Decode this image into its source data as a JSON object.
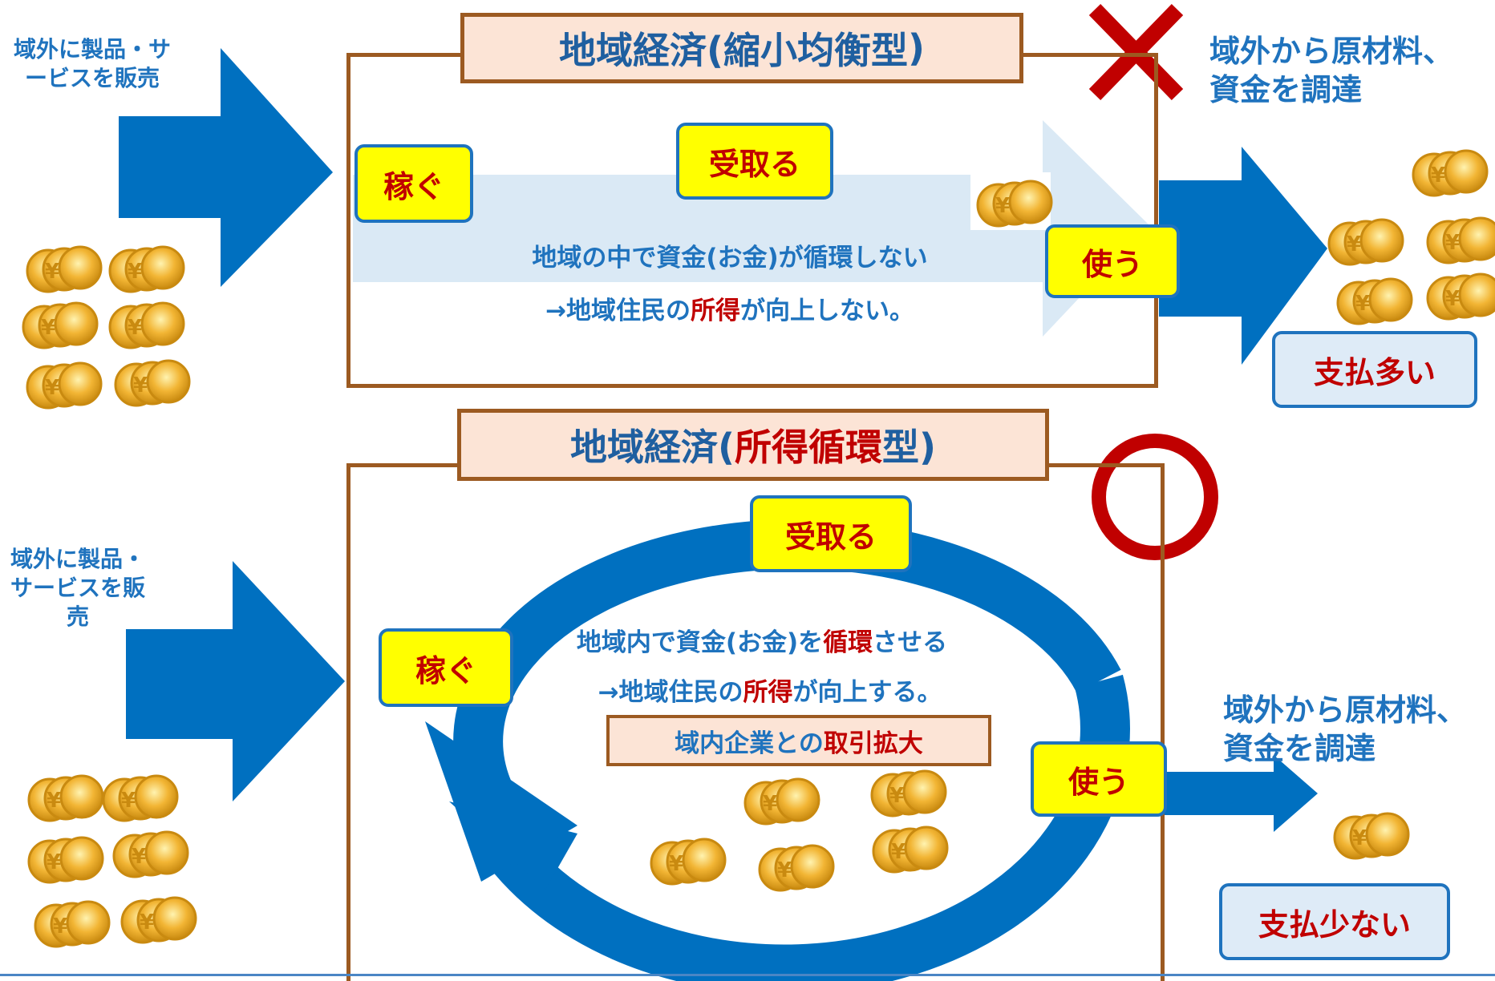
{
  "colors": {
    "arrow_blue": "#0070c0",
    "light_arrow": "#dae9f5",
    "frame_brown": "#9c5a21",
    "title_fill": "#fce4d6",
    "label_yellow": "#ffff00",
    "accent_red": "#c00000",
    "pay_box_fill": "#deebf7",
    "coin_gold": "#f2b534"
  },
  "icons": {
    "coin": "yen-coin-stack-icon",
    "reject": "red-cross-icon",
    "approve": "red-circle-icon"
  },
  "top": {
    "title_prefix": "地域経済(",
    "title_type": "縮小均衡型",
    "title_suffix": ")",
    "left_label": "域外に製品・サービスを販売",
    "earn": "稼ぐ",
    "receive": "受取る",
    "use": "使う",
    "line1": "地域の中で資金(お金)が循環しない",
    "line2_prefix": "→地域住民の",
    "line2_red": "所得",
    "line2_suffix": "が向上しない。",
    "right_label_1": "域外から原材料、",
    "right_label_2": "資金を調達",
    "pay": "支払多い"
  },
  "bottom": {
    "title_prefix": "地域経済(",
    "title_type": "所得循環",
    "title_suffix": "型)",
    "left_label": "域外に製品・サービスを販売",
    "earn": "稼ぐ",
    "receive": "受取る",
    "use": "使う",
    "line1_prefix": "地域内で資金(お金)を",
    "line1_red": "循環",
    "line1_suffix": "させる",
    "line2_prefix": "→地域住民の",
    "line2_red": "所得",
    "line2_suffix": "が向上する。",
    "trade_prefix": "域内企業との",
    "trade_red": "取引拡大",
    "right_label_1": "域外から原材料、",
    "right_label_2": "資金を調達",
    "pay": "支払少ない"
  }
}
